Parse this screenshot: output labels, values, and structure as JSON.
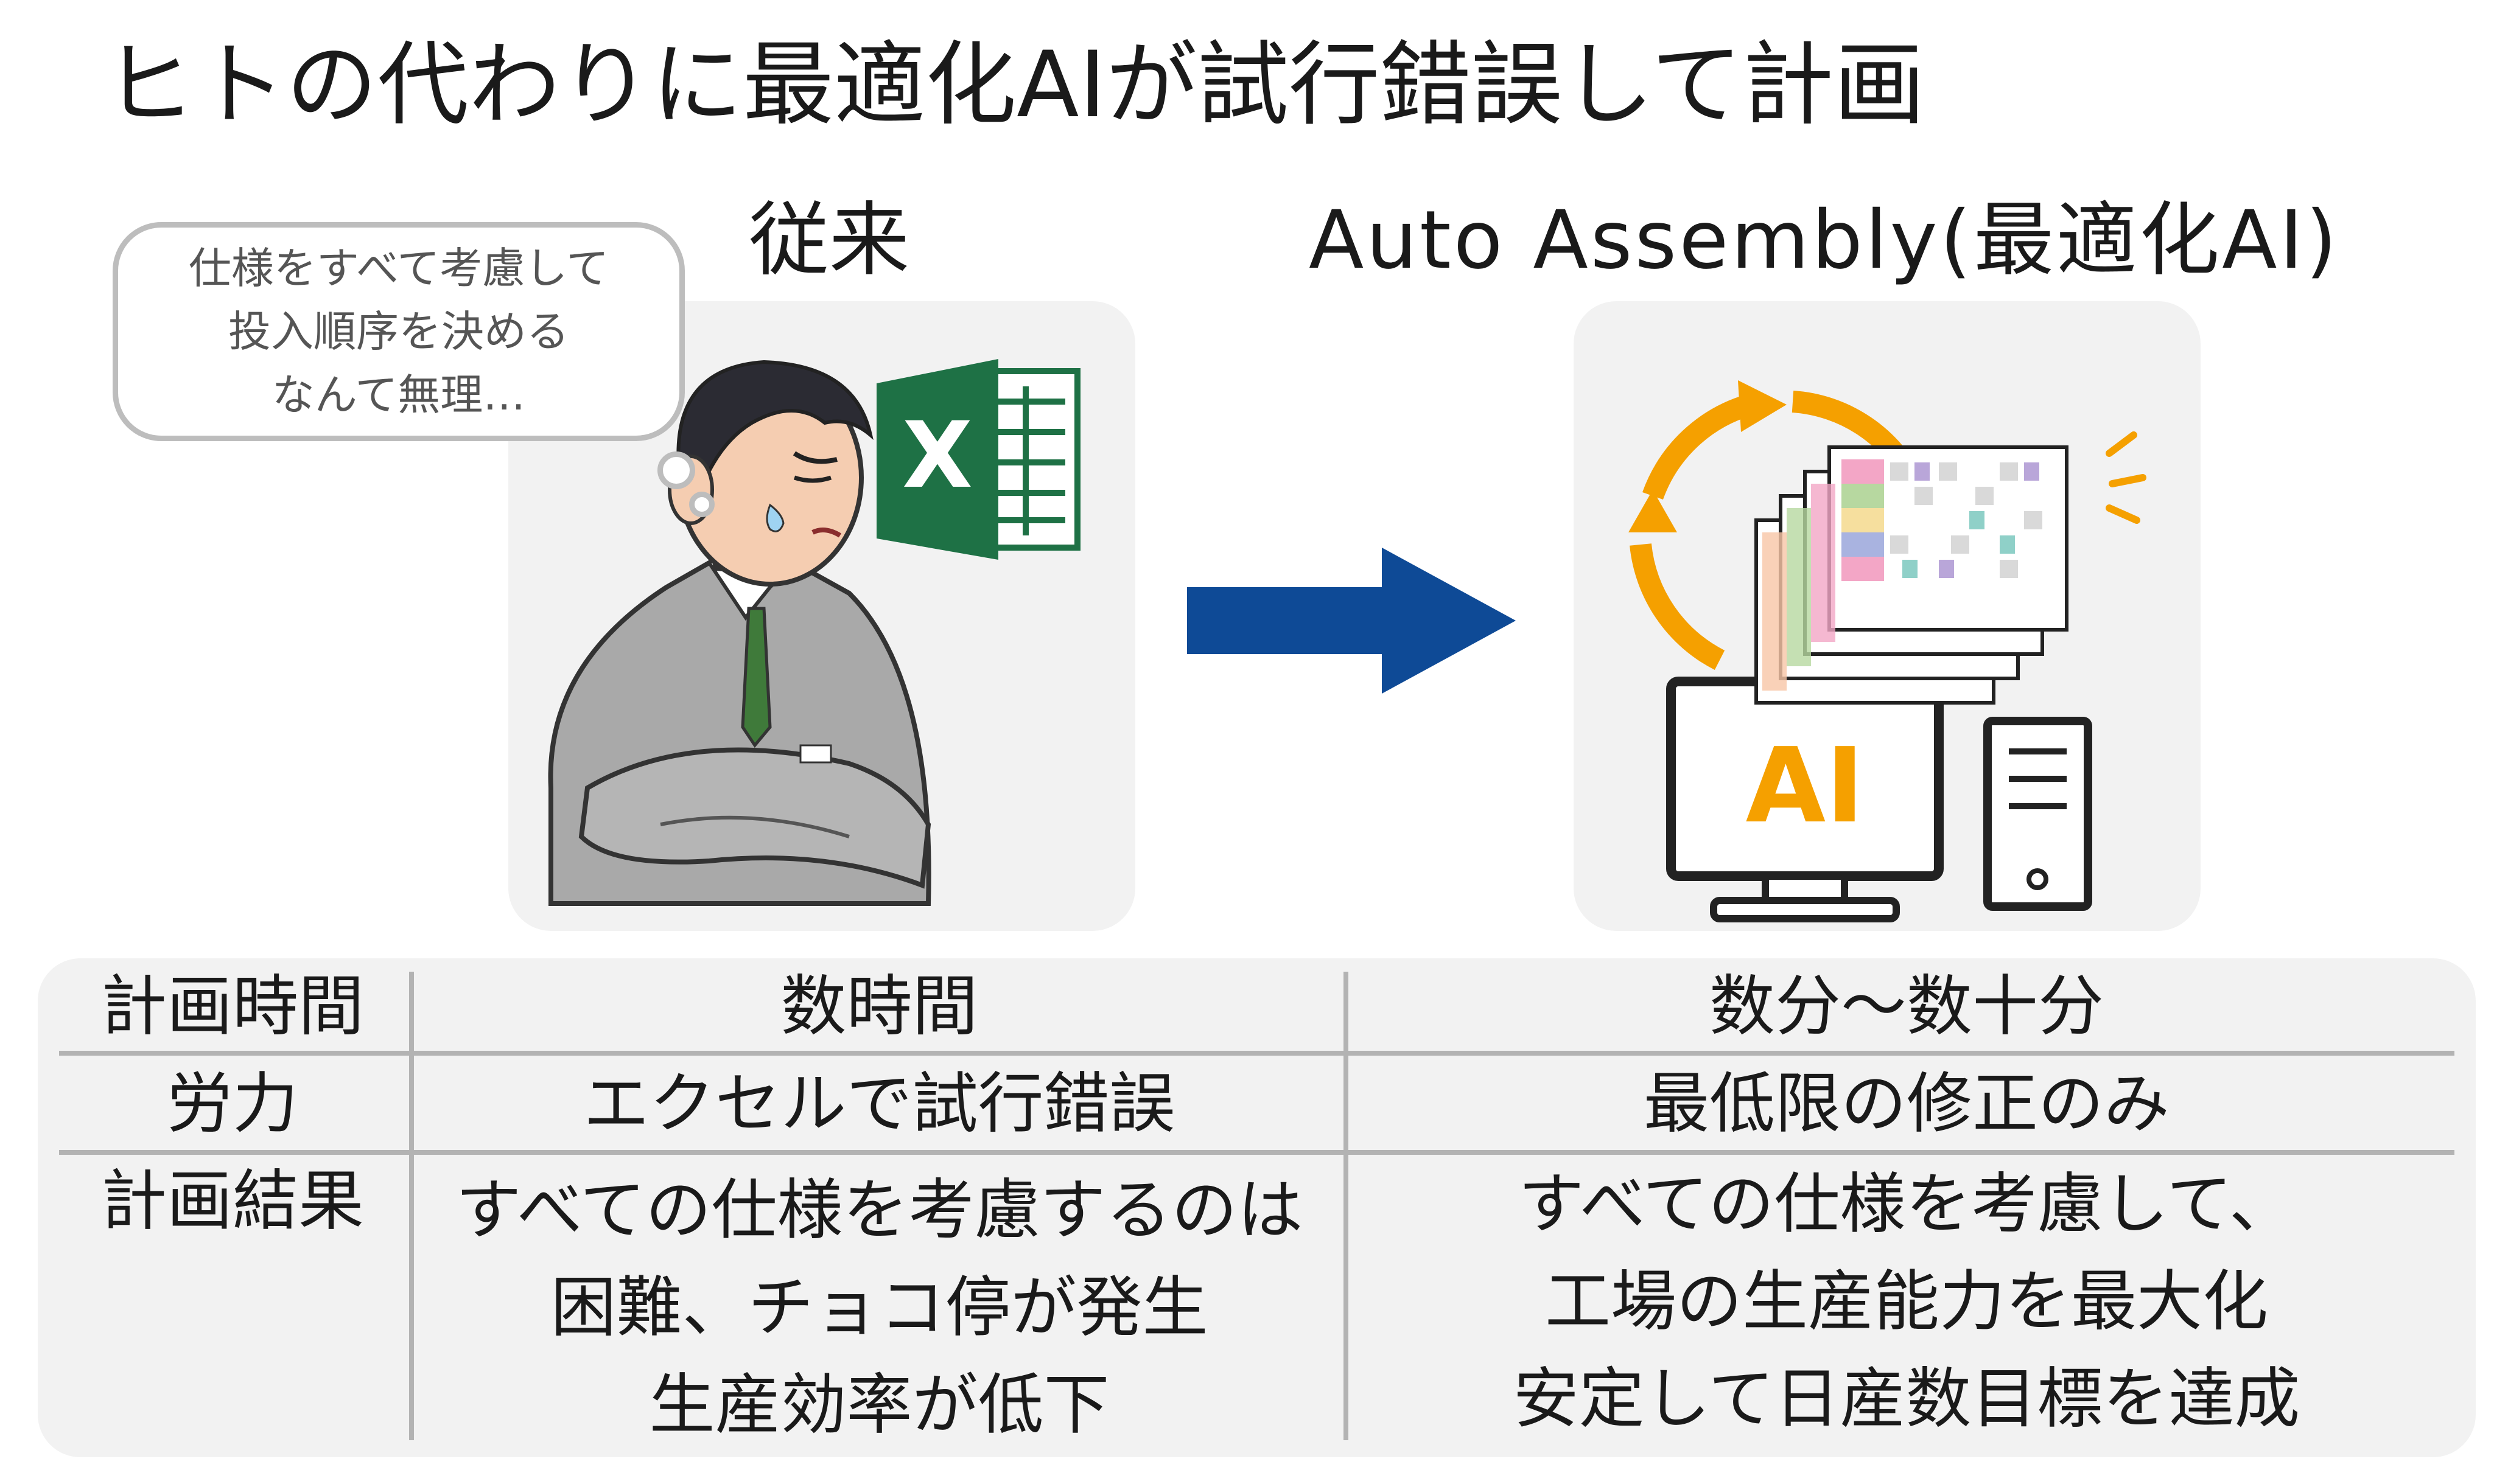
{
  "title": "ヒトの代わりに最適化AIが試行錯誤して計画",
  "left_heading": "従来",
  "right_heading": "Auto Assembly(最適化AI)",
  "thought_bubble": [
    "仕様をすべて考慮して",
    "投入順序を決める",
    "なんて無理…"
  ],
  "excel_icon_letter": "X",
  "ai_label": "AI",
  "colors": {
    "arrow": "#0e4a96",
    "ai_orange": "#f5a000",
    "excel_green": "#1e7145",
    "panel_bg": "#f2f2f2"
  },
  "table": {
    "rows": [
      {
        "label": "計画時間",
        "conventional": [
          "数時間"
        ],
        "ai": [
          "数分～数十分"
        ]
      },
      {
        "label": "労力",
        "conventional": [
          "エクセルで試行錯誤"
        ],
        "ai": [
          "最低限の修正のみ"
        ]
      },
      {
        "label": "計画結果",
        "conventional": [
          "すべての仕様を考慮するのは",
          "困難、チョコ停が発生",
          "生産効率が低下"
        ],
        "ai": [
          "すべての仕様を考慮して、",
          "工場の生産能力を最大化",
          "安定して日産数目標を達成"
        ]
      }
    ]
  }
}
